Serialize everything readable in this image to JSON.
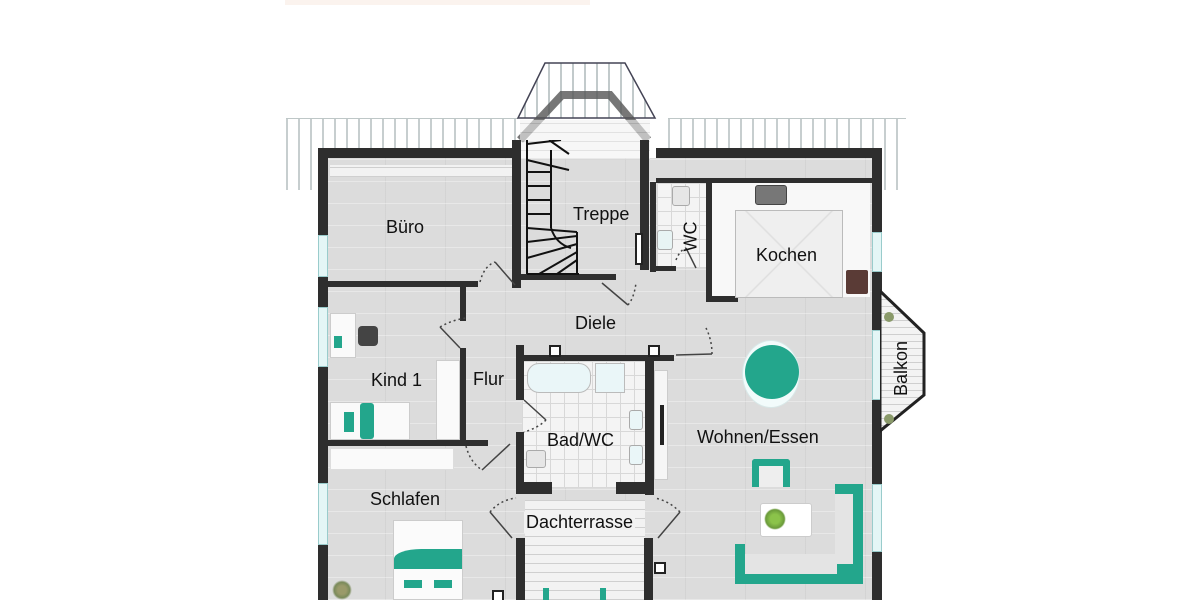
{
  "plan": {
    "type": "apartment floor plan",
    "rooms": [
      {
        "id": "buero",
        "label": "Büro"
      },
      {
        "id": "treppe",
        "label": "Treppe"
      },
      {
        "id": "wc",
        "label": "WC"
      },
      {
        "id": "kochen",
        "label": "Kochen"
      },
      {
        "id": "diele",
        "label": "Diele"
      },
      {
        "id": "kind1",
        "label": "Kind 1"
      },
      {
        "id": "flur",
        "label": "Flur"
      },
      {
        "id": "bad",
        "label": "Bad/WC"
      },
      {
        "id": "wohnen",
        "label": "Wohnen/Essen"
      },
      {
        "id": "balkon",
        "label": "Balkon"
      },
      {
        "id": "schlafen",
        "label": "Schlafen"
      },
      {
        "id": "dachterrasse",
        "label": "Dachterrasse"
      }
    ],
    "colors": {
      "wall": "#2e2e2e",
      "floor": "#dcdcdc",
      "furniture_accent": "#23a68c",
      "window_glass": "#e4f6f6"
    }
  }
}
